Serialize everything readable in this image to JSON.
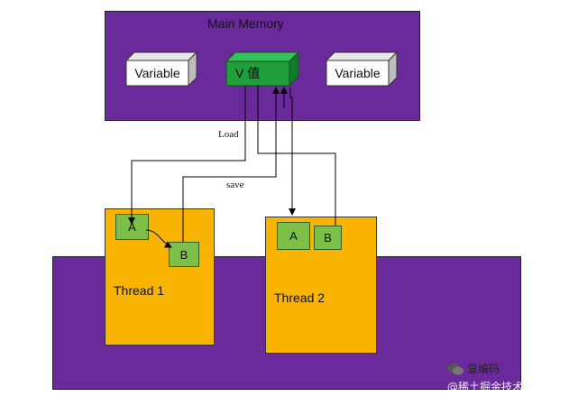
{
  "main_memory": {
    "title": "Main Memory"
  },
  "memory_cells": [
    {
      "label": "Variable"
    },
    {
      "label": "V 值"
    },
    {
      "label": "Variable"
    }
  ],
  "threads": [
    {
      "label": "Thread 1",
      "cells": [
        "A",
        "B"
      ]
    },
    {
      "label": "Thread 2",
      "cells": [
        "A",
        "B"
      ]
    }
  ],
  "arrows": {
    "load": "Load",
    "save": "save"
  },
  "watermark": {
    "brand": "爱编码",
    "site": "@稀土掘金技术社区"
  },
  "colors": {
    "purple": "#6a2a9c",
    "thread": "#f8b400",
    "green_cell": "#1f9e3a",
    "green_local": "#7cc04a"
  }
}
